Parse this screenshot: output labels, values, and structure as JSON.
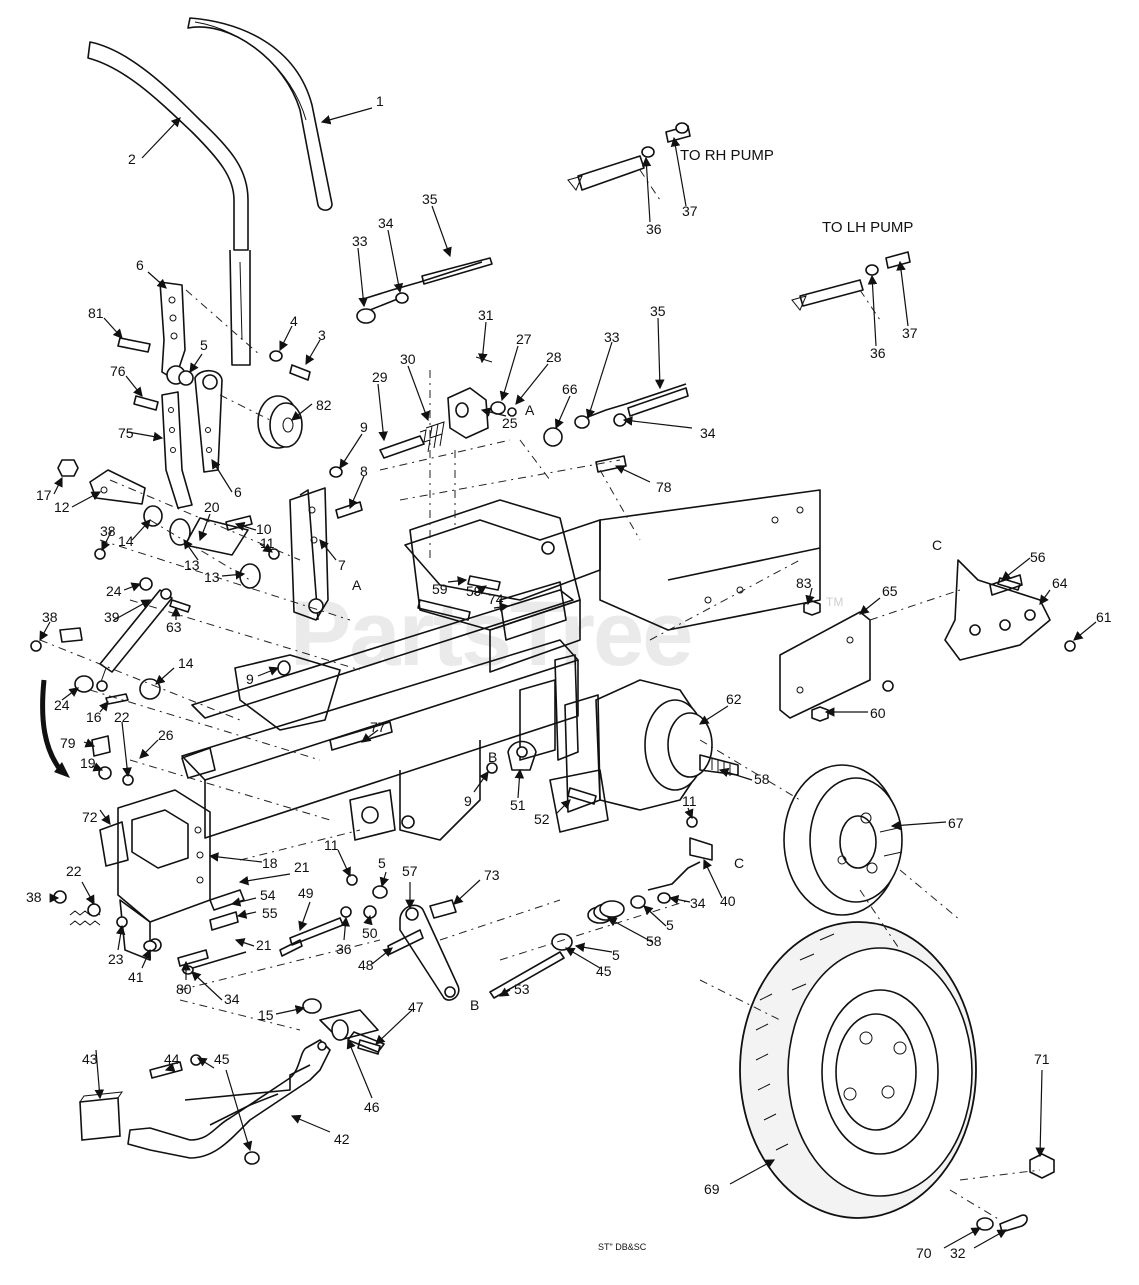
{
  "diagram": {
    "watermark": "PartsTree",
    "watermark_mark": "TM",
    "footer_code": "ST\" DB&SC",
    "notes": {
      "rh_pump": "TO RH PUMP",
      "lh_pump": "TO LH PUMP",
      "ref_a1": "A",
      "ref_a2": "A",
      "ref_b1": "B",
      "ref_b2": "B",
      "ref_c1": "C",
      "ref_c2": "C"
    },
    "callouts": [
      "1",
      "2",
      "6",
      "81",
      "4",
      "3",
      "5",
      "76",
      "75",
      "82",
      "17",
      "12",
      "6",
      "38",
      "14",
      "20",
      "13",
      "13",
      "24",
      "39",
      "63",
      "38",
      "24",
      "14",
      "16",
      "22",
      "26",
      "79",
      "19",
      "72",
      "9",
      "77",
      "10",
      "11",
      "8",
      "9",
      "7",
      "29",
      "30",
      "31",
      "27",
      "28",
      "25",
      "33",
      "34",
      "35",
      "33",
      "34",
      "35",
      "66",
      "78",
      "59",
      "59",
      "74",
      "36",
      "37",
      "36",
      "37",
      "56",
      "64",
      "61",
      "83",
      "65",
      "60",
      "62",
      "58",
      "67",
      "51",
      "9",
      "52",
      "18",
      "21",
      "54",
      "55",
      "21",
      "38",
      "22",
      "23",
      "41",
      "80",
      "34",
      "11",
      "5",
      "50",
      "36",
      "49",
      "48",
      "57",
      "73",
      "5",
      "45",
      "58",
      "5",
      "34",
      "40",
      "11",
      "53",
      "15",
      "47",
      "46",
      "43",
      "44",
      "45",
      "42",
      "69",
      "71",
      "70",
      "32"
    ]
  }
}
